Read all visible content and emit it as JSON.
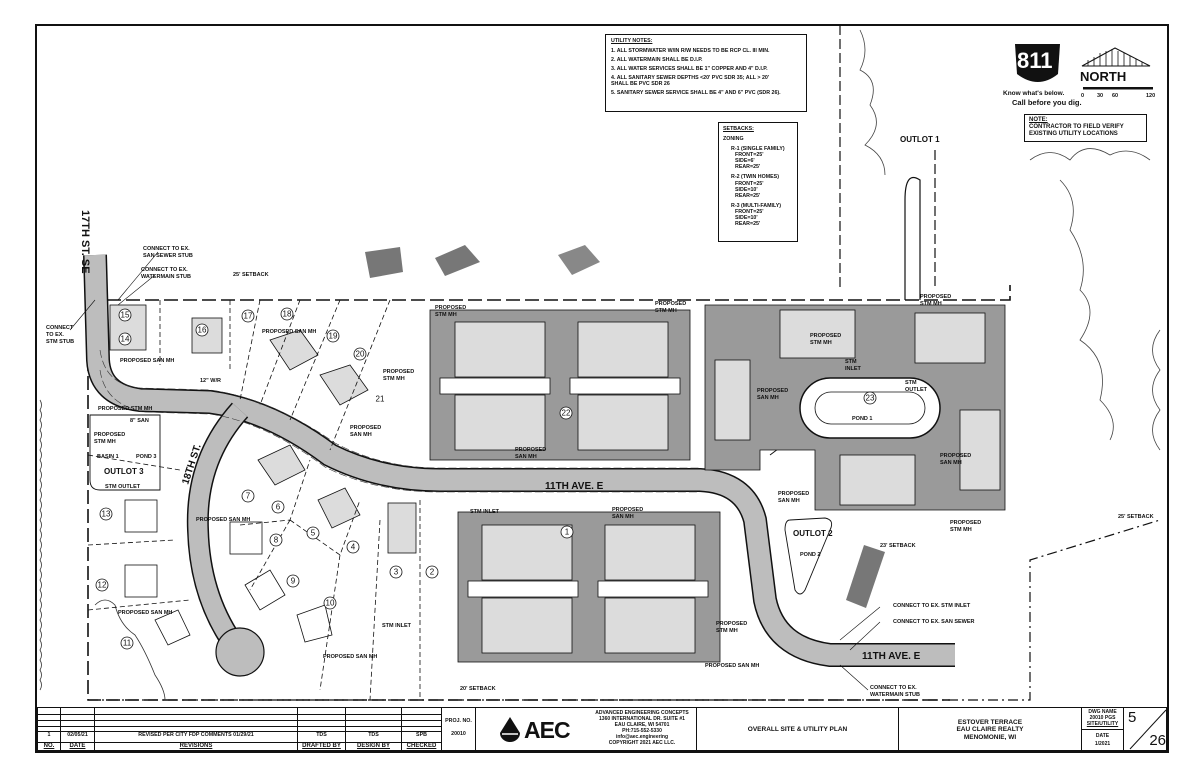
{
  "utility_notes": {
    "title": "UTILITY NOTES:",
    "items": [
      "1.  ALL STORMWATER W/IN R/W NEEDS TO BE RCP CL. III MIN.",
      "2.  ALL WATERMAIN SHALL BE D.I.P.",
      "3.  ALL WATER SERVICES SHALL BE 1\" COPPER AND 4\" D.I.P.",
      "4.  ALL SANITARY SEWER DEPTHS <20' PVC SDR 35; ALL > 20' SHALL BE PVC SDR 26",
      "5.  SANITARY SEWER SERVICE SHALL BE 4\" AND 6\" PVC (SDR 26)."
    ]
  },
  "setbacks": {
    "title": "SETBACKS:",
    "zoning": "ZONING",
    "r1": [
      "R-1 (SINGLE FAMILY)",
      "FRONT=25'",
      "SIDE=6'",
      "REAR=25'"
    ],
    "r2": [
      "R-2 (TWIN HOMES)",
      "FRONT=25'",
      "SIDE=10'",
      "REAR=25'"
    ],
    "r3": [
      "R-3 (MULTI-FAMILY)",
      "FRONT=25'",
      "SIDE=10'",
      "REAR=25'"
    ]
  },
  "logo811": {
    "number": "811",
    "line1": "Know what's below.",
    "line2": "Call before you dig."
  },
  "north": {
    "label": "NORTH",
    "scale": [
      "0",
      "30",
      "60",
      "120"
    ]
  },
  "note": {
    "title": "NOTE:",
    "lines": [
      "CONTRACTOR TO FIELD VERIFY",
      "EXISTING UTILITY LOCATIONS"
    ]
  },
  "labels": {
    "st17": "17TH ST. SE",
    "st18": "18TH ST.",
    "ave11a": "11TH AVE. E",
    "ave11b": "11TH AVE. E",
    "con_san_stub": [
      "CONNECT TO EX.",
      "SAN SEWER STUB"
    ],
    "con_wm_stub": [
      "CONNECT TO EX.",
      "WATERMAIN STUB"
    ],
    "con_stm_stub": [
      "CONNECT",
      "TO EX.",
      "STM STUB"
    ],
    "setback25a": "25' SETBACK",
    "setback20": "20' SETBACK",
    "setback23": "23' SETBACK",
    "setback25b": "25' SETBACK",
    "outlot1": "OUTLOT 1",
    "outlot2": "OUTLOT 2",
    "outlot3": "OUTLOT 3",
    "pond1": "POND 1",
    "pond2": "POND 2",
    "pond3": "POND 3",
    "basin1": "BASIN 1",
    "stm_outlet": "STM OUTLET",
    "stm_outlet2": [
      "STM",
      "OUTLET"
    ],
    "stm_inlet": "STM INLET",
    "stm_inlet2": "STM INLET",
    "stm_inlet3": [
      "STM",
      "INLET"
    ],
    "psm": [
      "PROPOSED",
      "SAN MH"
    ],
    "pstm": [
      "PROPOSED",
      "STM MH"
    ],
    "psm_line": "PROPOSED SAN MH",
    "pstm_line": "PROPOSED STM MH",
    "con_ex_stm_inlet": "CONNECT TO EX. STM INLET",
    "con_ex_san_sewer": "CONNECT TO EX. SAN SEWER",
    "con_ex_wm_stub": [
      "CONNECT TO EX.",
      "WATERMAIN STUB"
    ],
    "san8": "8\" SAN",
    "wm12": "12\" W/R"
  },
  "lots": [
    "1",
    "2",
    "3",
    "4",
    "5",
    "6",
    "7",
    "8",
    "9",
    "10",
    "11",
    "12",
    "13",
    "14",
    "15",
    "16",
    "17",
    "18",
    "19",
    "20",
    "21",
    "22",
    "23"
  ],
  "title_block": {
    "revision": {
      "no": "1",
      "date": "02/05/21",
      "text": "REVISED PER CITY FDP COMMENTS 01/29/21",
      "drafted": "TDS",
      "design": "TDS",
      "checked": "SPB"
    },
    "headers": {
      "no": "NO.",
      "date": "DATE",
      "revisions": "REVISIONS",
      "drafted": "DRAFTED BY",
      "design": "DESIGN BY",
      "checked": "CHECKED"
    },
    "proj_no_label": "PROJ. NO.",
    "proj_no": "20010",
    "company_logo": "AEC",
    "company": [
      "ADVANCED ENGINEERING CONCEPTS",
      "1360 INTERNATIONAL DR. SUITE #1",
      "EAU CLAIRE, WI 54701",
      "PH:715-552-5330",
      "info@aec.engineering",
      "COPYRIGHT 2021 AEC LLC."
    ],
    "sheet_title": "OVERALL SITE & UTILITY PLAN",
    "project": [
      "ESTOVER TERRACE",
      "EAU CLAIRE REALTY",
      "MENOMONIE, WI"
    ],
    "dwg_name_label": "DWG NAME",
    "dwg_name": [
      "20010 PGS",
      "SITE/UTILITY"
    ],
    "date_label": "DATE",
    "date": "1/2021",
    "sheet": "5",
    "total": "26"
  },
  "colors": {
    "road": "#b9b9b9",
    "building": "#9a9a9a",
    "house": "#dcdcdc",
    "line": "#111111"
  }
}
